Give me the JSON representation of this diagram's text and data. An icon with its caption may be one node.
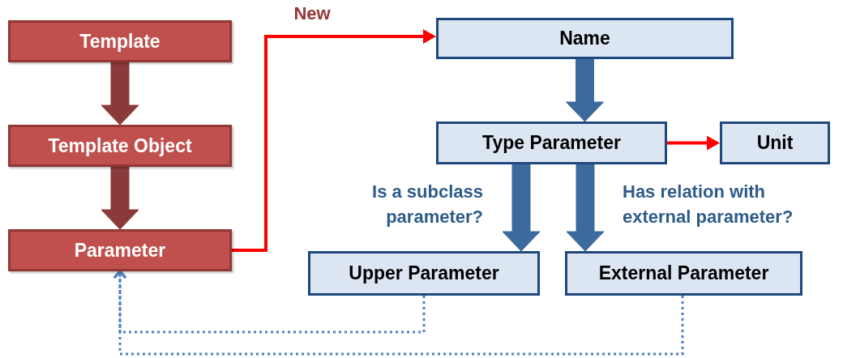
{
  "diagram": {
    "nodes": [
      {
        "text": [
          "Template"
        ]
      },
      {
        "text": [
          "Template Object"
        ]
      },
      {
        "text": [
          "Parameter"
        ]
      },
      {
        "text": [
          "Name"
        ]
      },
      {
        "text": [
          "Type Parameter"
        ]
      },
      {
        "text": [
          "Unit"
        ]
      },
      {
        "text": [
          "Upper Parameter"
        ]
      },
      {
        "text": [
          "External Parameter"
        ]
      }
    ],
    "edges": [
      {
        "from": 0,
        "to": 1,
        "arrow": "to",
        "style": "thick",
        "color": "#8b3a3a"
      },
      {
        "from": 1,
        "to": 2,
        "arrow": "to",
        "style": "thick",
        "color": "#8b3a3a"
      },
      {
        "from": 2,
        "to": 3,
        "arrow": "to",
        "label": "New",
        "color": "#ff0000"
      },
      {
        "from": 3,
        "to": 4,
        "arrow": "to",
        "style": "thick",
        "color": "#3d6a9e"
      },
      {
        "from": 4,
        "to": 5,
        "arrow": "to",
        "color": "#ff0000"
      },
      {
        "from": 4,
        "to": 6,
        "arrow": "to",
        "style": "thick",
        "color": "#3d6a9e",
        "label": "Is a subclass parameter?"
      },
      {
        "from": 4,
        "to": 7,
        "arrow": "to",
        "style": "thick",
        "color": "#3d6a9e",
        "label": "Has relation with external parameter?"
      },
      {
        "from": 6,
        "to": 2,
        "arrow": "to",
        "style": "dashed",
        "color": "#4f81bd"
      },
      {
        "from": 7,
        "to": 2,
        "arrow": "to",
        "style": "dashed",
        "color": "#4f81bd"
      }
    ]
  }
}
